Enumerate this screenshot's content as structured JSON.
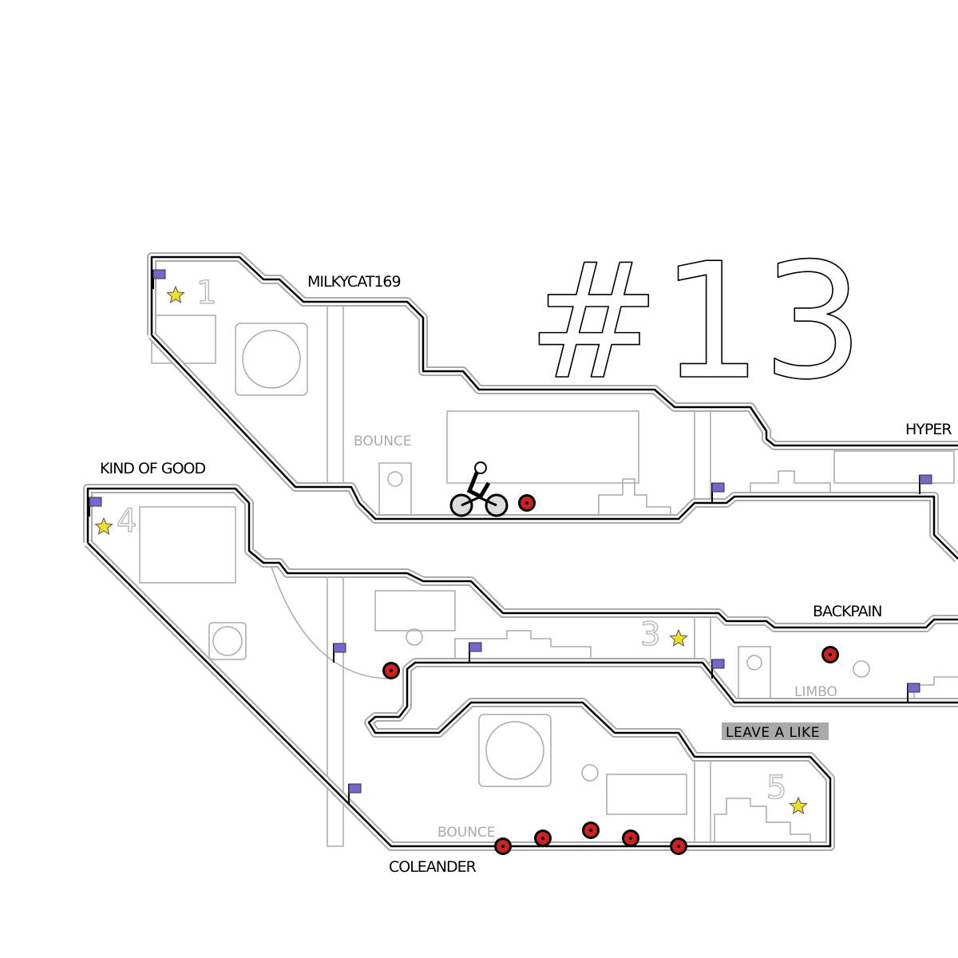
{
  "game": {
    "sketch_label": "#13",
    "track_labels": {
      "milkycat": "MILKYCAT169",
      "hyper": "HYPER",
      "kind_of_good": "KIND OF GOOD",
      "backpain": "BACKPAIN",
      "coleander": "COLEANDER"
    },
    "scenery_labels": {
      "bounce_top": "BOUNCE",
      "bounce_bottom": "BOUNCE",
      "limbo": "LIMBO"
    },
    "room_numbers": {
      "r1": "1",
      "r3": "3",
      "r4": "4",
      "r5": "5"
    },
    "sign": {
      "leave_like": "LEAVE A LIKE"
    },
    "colors": {
      "flag": "#7766cc",
      "mine": "#cc2222",
      "star": "#f0dd30",
      "track": "#000000",
      "scenery": "#aaaaaa"
    }
  }
}
